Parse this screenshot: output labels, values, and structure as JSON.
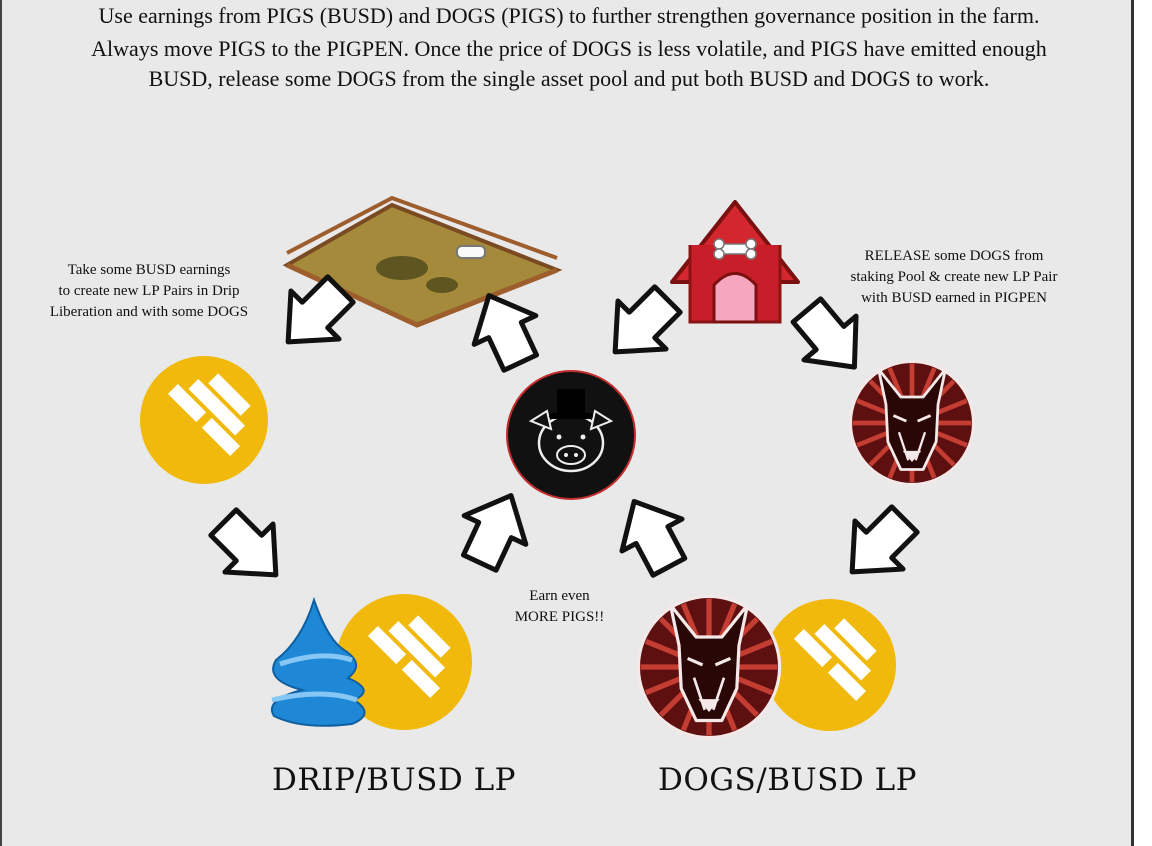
{
  "intro": {
    "line1": "Use earnings from PIGS (BUSD) and DOGS (PIGS) to further strengthen governance position in the farm.",
    "line2": "Always move PIGS to the PIGPEN. Once the price of DOGS is less volatile, and PIGS have emitted enough",
    "line3": "BUSD, release some DOGS from the single asset pool and put both BUSD and DOGS to work."
  },
  "notes": {
    "left": [
      "Take some BUSD earnings",
      "to create new LP Pairs in Drip",
      "Liberation and with some DOGS"
    ],
    "right": [
      "RELEASE some DOGS from",
      "staking Pool & create new LP Pair",
      "with BUSD earned in PIGPEN"
    ],
    "center": [
      "Earn even",
      "MORE PIGS!!"
    ]
  },
  "lp": {
    "drip": "DRIP/BUSD LP",
    "dogs": "DOGS/BUSD LP"
  },
  "colors": {
    "background": "#e9e9e9",
    "busd": "#f0b90b",
    "dogs": "#9b1d1d",
    "pig": "#111111",
    "doghouse": "#c81e2a",
    "drip": "#1f88d6",
    "pen": "#b58a3a"
  },
  "icons": [
    "pigpen-icon",
    "doghouse-icon",
    "busd-coin-icon",
    "pigs-token-icon",
    "dogs-token-icon",
    "drip-token-icon",
    "arrow-icon"
  ]
}
